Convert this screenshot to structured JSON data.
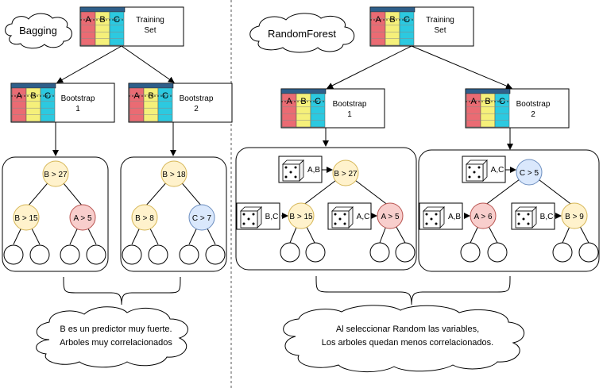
{
  "left": {
    "cloud_label": "Bagging",
    "training_set": {
      "label_line1": "Training",
      "label_line2": "Set"
    },
    "bootstrap1": {
      "label_line1": "Bootstrap",
      "label_line2": "1"
    },
    "bootstrap2": {
      "label_line1": "Bootstrap",
      "label_line2": "2"
    },
    "tree1": {
      "root": "B > 27",
      "left": "B > 15",
      "right": "A > 5"
    },
    "tree2": {
      "root": "B > 18",
      "left": "B > 8",
      "right": "C > 7"
    },
    "note_line1": "B es un predictor muy fuerte.",
    "note_line2": "Arboles muy correlacionados"
  },
  "right": {
    "cloud_label": "RandomForest",
    "training_set": {
      "label_line1": "Training",
      "label_line2": "Set"
    },
    "bootstrap1": {
      "label_line1": "Bootstrap",
      "label_line2": "1"
    },
    "bootstrap2": {
      "label_line1": "Bootstrap",
      "label_line2": "2"
    },
    "tree1": {
      "root": "B > 27",
      "left": "B > 15",
      "right": "A > 5",
      "dice_root": "A,B",
      "dice_left": "B,C",
      "dice_right": "A,C"
    },
    "tree2": {
      "root": "C > 5",
      "left": "A > 6",
      "right": "B > 9",
      "dice_root": "A,C",
      "dice_left": "A,B",
      "dice_right": "B,C"
    },
    "note_line1": "Al seleccionar Random las variables,",
    "note_line2": "Los arboles quedan menos correlacionados."
  },
  "table_headers": [
    "A",
    "B",
    "C"
  ],
  "colors": {
    "table_header": "#2f5f8a",
    "col_a": "#ea6b73",
    "col_b": "#f5f07a",
    "col_c": "#2cc9e0",
    "node_yellow": "#fff2cc",
    "node_yellow_stroke": "#d6b656",
    "node_red": "#f8cecc",
    "node_red_stroke": "#b85450",
    "node_blue": "#dae8fc",
    "node_blue_stroke": "#6c8ebf"
  }
}
